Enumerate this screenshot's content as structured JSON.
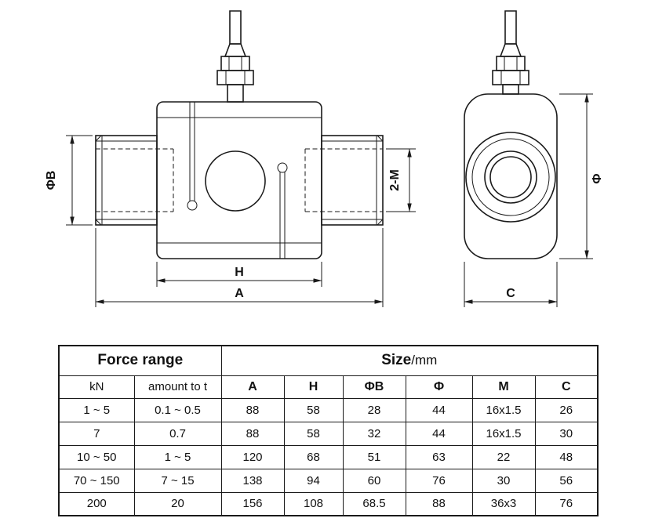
{
  "page": {
    "background": "#ffffff",
    "line_color": "#1a1a1a"
  },
  "drawing": {
    "front_view": {
      "label_phi_b": "ΦB",
      "label_2m": "2-M",
      "label_h": "H",
      "label_a": "A"
    },
    "side_view": {
      "label_phi": "Φ",
      "label_c": "C"
    }
  },
  "table": {
    "header": {
      "force_range": "Force range",
      "size": "Size",
      "size_unit": "/mm"
    },
    "columns": [
      "kN",
      "amount to t",
      "A",
      "H",
      "ΦB",
      "Φ",
      "M",
      "C"
    ],
    "rows": [
      [
        "1 ~ 5",
        "0.1 ~ 0.5",
        "88",
        "58",
        "28",
        "44",
        "16x1.5",
        "26"
      ],
      [
        "7",
        "0.7",
        "88",
        "58",
        "32",
        "44",
        "16x1.5",
        "30"
      ],
      [
        "10 ~ 50",
        "1 ~ 5",
        "120",
        "68",
        "51",
        "63",
        "22",
        "48"
      ],
      [
        "70 ~ 150",
        "7 ~ 15",
        "138",
        "94",
        "60",
        "76",
        "30",
        "56"
      ],
      [
        "200",
        "20",
        "156",
        "108",
        "68.5",
        "88",
        "36x3",
        "76"
      ]
    ]
  }
}
